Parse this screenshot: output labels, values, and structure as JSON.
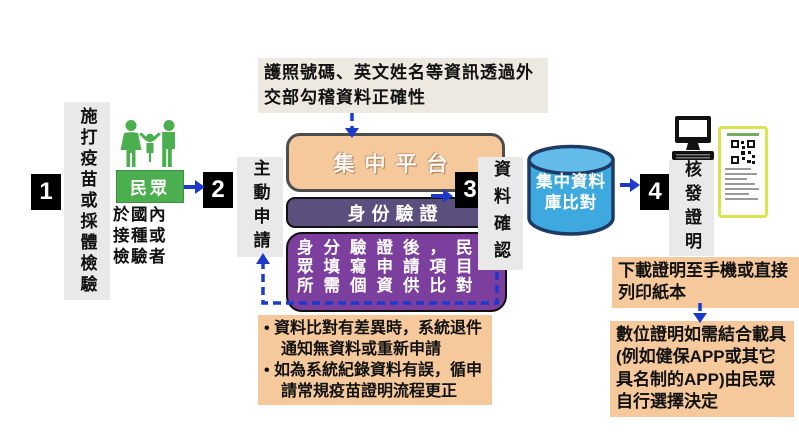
{
  "title": "疫苗接種數位證明申請流程圖",
  "colors": {
    "arrow_blue": "#1C39CC",
    "peach_box": "#F5C99C",
    "note_gray": "#EDE9E1",
    "strip_gray": "#E9E9E9",
    "public_green": "#4BAE4F",
    "cylinder_blue": "#3EA9DE",
    "cylinder_border": "#1E3A66",
    "identity_dark_purple": "#5B4F7E",
    "identity_purple": "#7D3F9D",
    "certificate_border": "#D9E34F",
    "step_box_black": "#000000"
  },
  "top_note": "護照號碼、英文姓名等資訊透過外交部勾稽資料正確性",
  "steps": [
    {
      "number": "1",
      "label": "施打疫苗或採體檢驗"
    },
    {
      "number": "2",
      "label": "主動申請"
    },
    {
      "number": "3",
      "label": "資料確認"
    },
    {
      "number": "4",
      "label": "核發證明"
    }
  ],
  "public": {
    "label": "民眾",
    "description": "於國內接種或檢驗者",
    "icon": "family-icon"
  },
  "platform": {
    "label": "集中平台"
  },
  "identity_verify": {
    "label": "身份驗證"
  },
  "identity_note": "身分驗證後，民眾填寫申請項目所需個資供比對",
  "database": {
    "label": "集中資料庫比對",
    "icon": "database-cylinder-icon"
  },
  "issuance": {
    "computer_icon": "desktop-computer-icon",
    "certificate_icon": "digital-certificate-qr"
  },
  "download_note": "下載證明至手機或直接列印紙本",
  "digital_note": "數位證明如需結合載具(例如健保APP或其它具名制的APP)由民眾自行選擇決定",
  "mismatch_notes": [
    "• 資料比對有差異時，系統退件通知無資料或重新申請",
    "• 如為系統紀錄資料有誤，循申請常規疫苗證明流程更正"
  ]
}
